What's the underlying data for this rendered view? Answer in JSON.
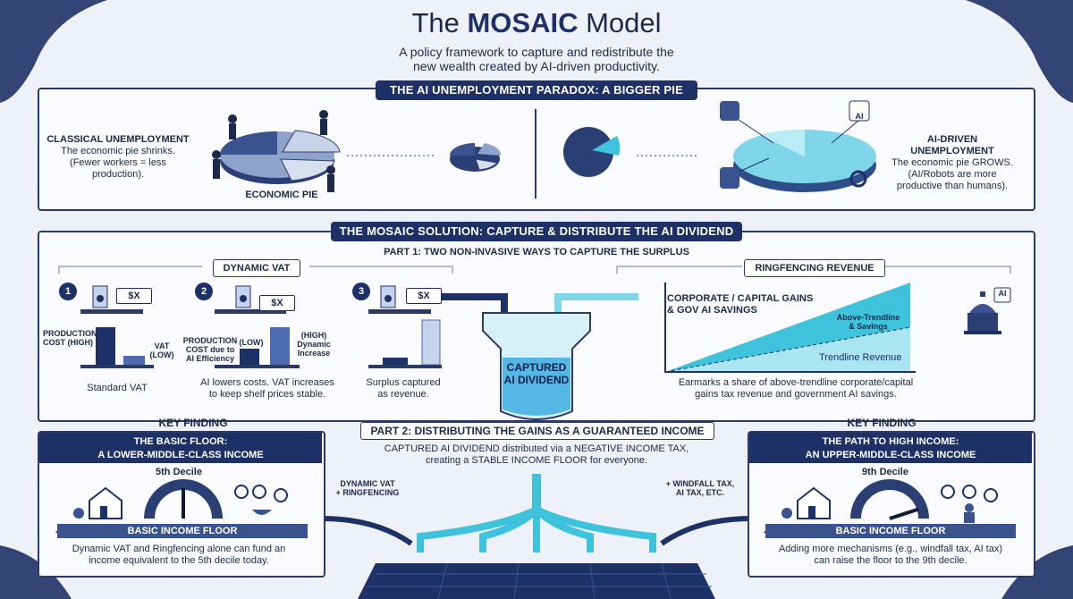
{
  "title": {
    "pre": "The ",
    "strong": "MOSAIC",
    "post": " Model"
  },
  "subtitle": {
    "line1": "A policy framework to capture and redistribute the",
    "line2": "new wealth created by AI-driven productivity."
  },
  "paradox": {
    "banner": "THE AI UNEMPLOYMENT PARADOX: A BIGGER PIE",
    "classical": {
      "title": "CLASSICAL UNEMPLOYMENT",
      "line1": "The economic pie shrinks.",
      "line2": "(Fewer workers = less production).",
      "pie_label": "ECONOMIC PIE"
    },
    "ai": {
      "title": "AI-DRIVEN UNEMPLOYMENT",
      "line1": "The economic pie GROWS.",
      "line2": "(AI/Robots are more",
      "line3": "productive than humans).",
      "badge": "AI"
    }
  },
  "solution": {
    "banner": "THE MOSAIC SOLUTION: CAPTURE & DISTRIBUTE THE AI DIVIDEND",
    "part1": "PART 1: TWO NON-INVASIVE WAYS TO CAPTURE THE SURPLUS",
    "dynamic_vat": {
      "header": "DYNAMIC VAT",
      "price_tag": "$X",
      "step1": {
        "num": "1",
        "cost_label": "PRODUCTION COST (HIGH)",
        "vat_label": "VAT (LOW)",
        "caption": "Standard VAT"
      },
      "step2": {
        "num": "2",
        "cost_label": "PRODUCTION COST due to AI Efficiency",
        "low": "(LOW)",
        "high": "(HIGH) Dynamic Increase",
        "caption_line1": "AI lowers costs. VAT increases",
        "caption_line2": "to keep shelf prices stable."
      },
      "step3": {
        "num": "3",
        "caption_line1": "Surplus captured",
        "caption_line2": "as revenue."
      }
    },
    "funnel": {
      "line1": "CAPTURED",
      "line2": "AI DIVIDEND"
    },
    "ringfencing": {
      "header": "RINGFENCING REVENUE",
      "chart_title_line1": "CORPORATE / CAPITAL GAINS",
      "chart_title_line2": "& GOV AI SAVINGS",
      "above_label_line1": "Above-Trendline",
      "above_label_line2": "& Savings",
      "trend_label": "Trendline Revenue",
      "caption_line1": "Earmarks a share of above-trendline corporate/capital",
      "caption_line2": "gains tax revenue and government AI savings.",
      "badge": "AI"
    },
    "chart_data": {
      "type": "area",
      "series": [
        {
          "name": "Trendline Revenue",
          "values": [
            0,
            1
          ]
        },
        {
          "name": "Above-Trendline & Savings",
          "values": [
            0,
            2
          ]
        }
      ],
      "x": [
        0,
        1
      ],
      "title": "CORPORATE / CAPITAL GAINS & GOV AI SAVINGS",
      "xlabel": "",
      "ylabel": "",
      "ylim": [
        0,
        2
      ],
      "grid": false,
      "legend": "none"
    }
  },
  "part2": {
    "banner": "PART 2: DISTRIBUTING THE GAINS AS A GUARANTEED INCOME",
    "desc_line1": "CAPTURED AI DIVIDEND distributed via a NEGATIVE INCOME TAX,",
    "desc_line2": "creating a STABLE INCOME FLOOR for everyone.",
    "left_input_line1": "DYNAMIC VAT",
    "left_input_line2": "+ RINGFENCING",
    "right_input_line1": "+ WINDFALL TAX,",
    "right_input_line2": "AI TAX, ETC."
  },
  "left_finding": {
    "key": "KEY FINDING",
    "header_line1": "THE BASIC FLOOR:",
    "header_line2": "A LOWER-MIDDLE-CLASS INCOME",
    "decile": "5th Decile",
    "gauge_level": 0.5,
    "floor_label": "BASIC INCOME FLOOR",
    "caption_line1": "Dynamic VAT and Ringfencing alone can fund an",
    "caption_line2": "income equivalent to the 5th decile today."
  },
  "right_finding": {
    "key": "KEY FINDING",
    "header_line1": "THE PATH TO HIGH INCOME:",
    "header_line2": "AN UPPER-MIDDLE-CLASS INCOME",
    "decile": "9th Decile",
    "gauge_level": 0.9,
    "floor_label": "BASIC INCOME FLOOR",
    "caption_line1": "Adding more mechanisms (e.g., windfall tax, AI tax)",
    "caption_line2": "can raise the floor to the 9th decile."
  },
  "colors": {
    "navy": "#1e3166",
    "cyan": "#3fc3dc",
    "light_cyan": "#a9e6f2",
    "bg": "#eef2f8"
  },
  "icons": [
    "robot-icon",
    "gear-icon",
    "house-icon",
    "graduation-cap-icon",
    "airplane-icon",
    "capitol-icon",
    "jar-icon",
    "price-tag-icon"
  ]
}
